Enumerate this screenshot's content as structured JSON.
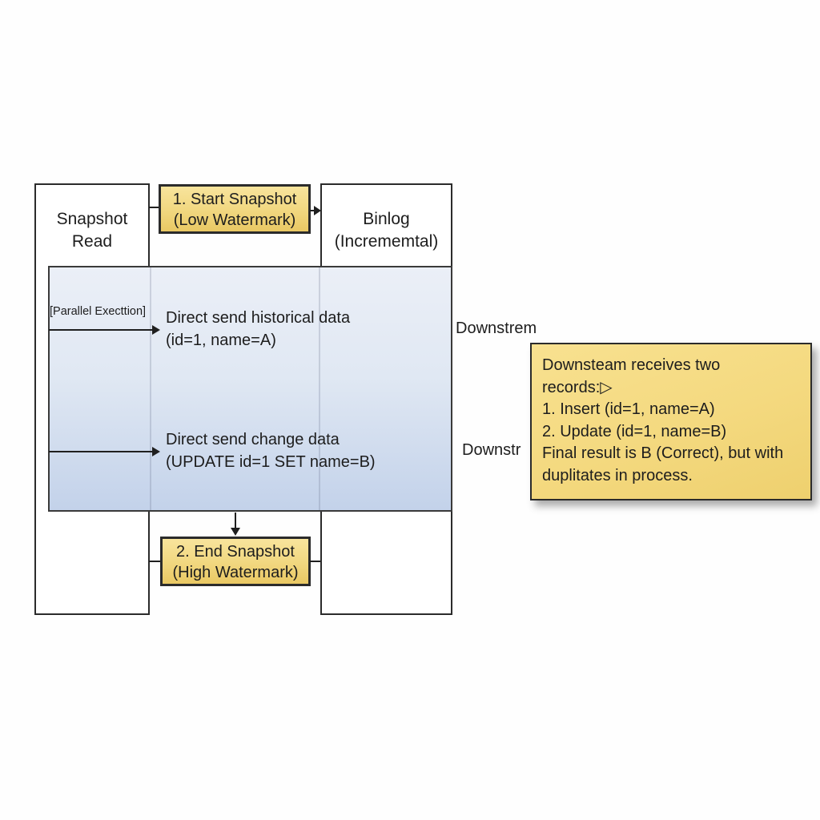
{
  "boxes": {
    "snapshot_read": {
      "line1": "Snapshot",
      "line2": "Read"
    },
    "binlog": {
      "line1": "Binlog",
      "line2": "(Incrememtal)"
    },
    "start_snapshot": {
      "line1": "1. Start Snapshot",
      "line2": "(Low Watermark)"
    },
    "end_snapshot": {
      "line1": "2. End Snapshot",
      "line2": "(High Watermark)"
    }
  },
  "labels": {
    "parallel_execution": "[Parallel Execttion]",
    "downstream_top": "Downstrem",
    "downstream_bottom": "Downstr"
  },
  "messages": {
    "historical": {
      "line1": "Direct send historical data",
      "line2": "(id=1, name=A)"
    },
    "change": {
      "line1": "Direct send change data",
      "line2": "(UPDATE id=1 SET name=B)"
    }
  },
  "note": {
    "lines": [
      "Downsteam receives two",
      "records:▷",
      "1. Insert (id=1, name=A)",
      "2. Update (id=1, name=B)",
      "Final result is B (Correct), but with",
      "duplitates in process."
    ]
  },
  "colors": {
    "step_box_fill_top": "#f8e49c",
    "step_box_fill_bottom": "#e9c863",
    "note_fill": "#f4d97f",
    "region_fill_top": "#ebeff7",
    "region_fill_bottom": "#c3d2ea",
    "border": "#2b2b2b",
    "text": "#1d1d1d",
    "background": "#fefefe"
  }
}
